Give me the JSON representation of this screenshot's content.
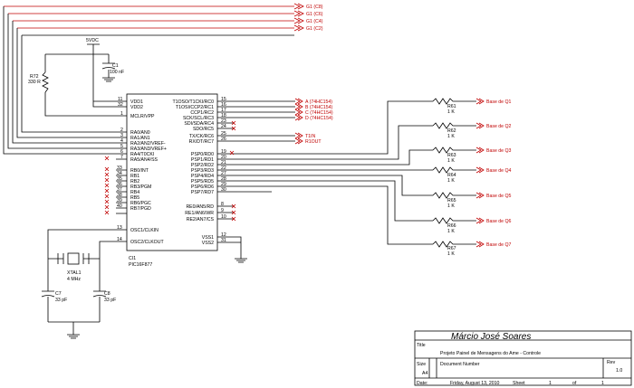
{
  "supply": {
    "vdd_label": "5VDC"
  },
  "top_ports": [
    "G1 (C8)",
    "G1 (C6)",
    "G1 (C4)",
    "G1 (C2)"
  ],
  "c1": {
    "ref": "C1",
    "value": "100 nF"
  },
  "r72": {
    "ref": "R72",
    "value": "330 R"
  },
  "ic": {
    "ref": "CI1",
    "part": "PIC16F877",
    "left_pins": [
      {
        "num": "11",
        "name": "VDD1"
      },
      {
        "num": "32",
        "name": "VDD2"
      },
      {
        "num": "1",
        "name": "MCLR/VPP"
      },
      {
        "num": "2",
        "name": "RA0/AN0"
      },
      {
        "num": "3",
        "name": "RA1/AN1"
      },
      {
        "num": "4",
        "name": "RA2/AN2/VREF-"
      },
      {
        "num": "5",
        "name": "RA3/AN3/VREF+"
      },
      {
        "num": "6",
        "name": "RA4/T0CKI"
      },
      {
        "num": "7",
        "name": "RA5/AN4/SS"
      },
      {
        "num": "33",
        "name": "RB0/INT"
      },
      {
        "num": "34",
        "name": "RB1"
      },
      {
        "num": "35",
        "name": "RB2"
      },
      {
        "num": "36",
        "name": "RB3/PGM"
      },
      {
        "num": "37",
        "name": "RB4"
      },
      {
        "num": "38",
        "name": "RB5"
      },
      {
        "num": "39",
        "name": "RB6/PGC"
      },
      {
        "num": "40",
        "name": "RB7/PGD"
      },
      {
        "num": "13",
        "name": "OSC1/CLKIN"
      },
      {
        "num": "14",
        "name": "OSC2/CLKOUT"
      }
    ],
    "right_pins": [
      {
        "num": "15",
        "name": "T1OSO/T1CKI/RC0"
      },
      {
        "num": "16",
        "name": "T1OSI/CCP2/RC1"
      },
      {
        "num": "17",
        "name": "CCP1/RC2"
      },
      {
        "num": "18",
        "name": "SCK/SCL/RC3"
      },
      {
        "num": "23",
        "name": "SDI/SDA/RC4"
      },
      {
        "num": "24",
        "name": "SDO/RC5"
      },
      {
        "num": "25",
        "name": "TX/CK/RC6"
      },
      {
        "num": "26",
        "name": "RX/DT/RC7"
      },
      {
        "num": "19",
        "name": "PSP0/RD0"
      },
      {
        "num": "20",
        "name": "PSP1/RD1"
      },
      {
        "num": "21",
        "name": "PSP2/RD2"
      },
      {
        "num": "22",
        "name": "PSP3/RD3"
      },
      {
        "num": "27",
        "name": "PSP4/RD4"
      },
      {
        "num": "28",
        "name": "PSP5/RD5"
      },
      {
        "num": "29",
        "name": "PSP6/RD6"
      },
      {
        "num": "30",
        "name": "PSP7/RD7"
      },
      {
        "num": "8",
        "name": "RE0/AN5/RD"
      },
      {
        "num": "9",
        "name": "RE1/AN6/WR"
      },
      {
        "num": "10",
        "name": "RE2/AN7/CS"
      },
      {
        "num": "12",
        "name": "VSS1"
      },
      {
        "num": "31",
        "name": "VSS2"
      }
    ]
  },
  "rc_ports": [
    "A (74HC154)",
    "B (74HC154)",
    "C (74HC154)",
    "D (74HC154)"
  ],
  "uart_ports": [
    "T1IN",
    "R1OUT"
  ],
  "resistors": [
    {
      "ref": "R61",
      "value": "1 K",
      "port": "Base de Q1"
    },
    {
      "ref": "R62",
      "value": "1 K",
      "port": "Base de Q2"
    },
    {
      "ref": "R63",
      "value": "1 K",
      "port": "Base de Q3"
    },
    {
      "ref": "R64",
      "value": "1 K",
      "port": "Base de Q4"
    },
    {
      "ref": "R65",
      "value": "1 K",
      "port": "Base de Q5"
    },
    {
      "ref": "R66",
      "value": "1 K",
      "port": "Base de Q6"
    },
    {
      "ref": "R67",
      "value": "1 K",
      "port": "Base de Q7"
    }
  ],
  "crystal": {
    "ref": "XTAL1",
    "value": "4 MHz"
  },
  "c7": {
    "ref": "C7",
    "value": "33 pF"
  },
  "c8": {
    "ref": "C8",
    "value": "33 pF"
  },
  "title_block": {
    "author": "Márcio José Soares",
    "title_label": "Title",
    "title": "Projeto Painel de Mensagens do Ame - Controle",
    "size_label": "Size",
    "size": "A4",
    "docnum_label": "Document Number",
    "rev_label": "Rev",
    "rev": "1.0",
    "date_label": "Date:",
    "date": "Friday, August 13, 2010",
    "sheet_label": "Sheet",
    "sheet": "1",
    "of_label": "of",
    "of": "1"
  }
}
